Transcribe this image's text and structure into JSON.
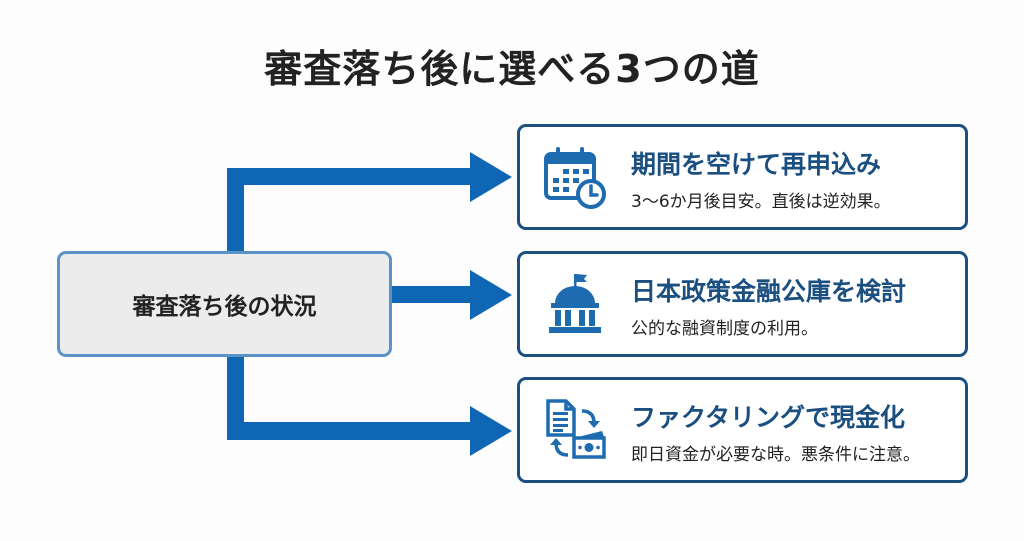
{
  "title": "審査落ち後に選べる3つの道",
  "center": {
    "label": "審査落ち後の状況"
  },
  "options": [
    {
      "icon": "calendar-clock-icon",
      "title": "期間を空けて再申込み",
      "subtitle": "3〜6か月後目安。直後は逆効果。"
    },
    {
      "icon": "government-building-icon",
      "title": "日本政策金融公庫を検討",
      "subtitle": "公的な融資制度の利用。"
    },
    {
      "icon": "invoice-to-cash-icon",
      "title": "ファクタリングで現金化",
      "subtitle": "即日資金が必要な時。悪条件に注意。"
    }
  ],
  "colors": {
    "arrow": "#0f66b5",
    "card_border": "#1a4f80",
    "card_title": "#1a4f80",
    "icon": "#1e6bb0",
    "center_fill": "#ececec",
    "center_border": "#5b93c7"
  }
}
